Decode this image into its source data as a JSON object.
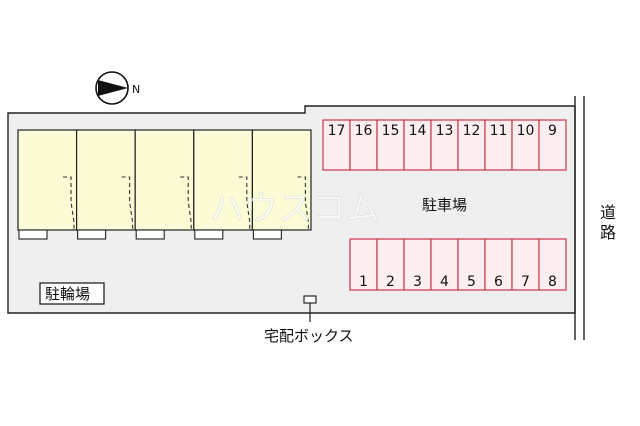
{
  "compass": {
    "icon": "north-arrow-icon",
    "label": "N"
  },
  "parking": {
    "label": "駐車場",
    "stall_color": "#c8384a",
    "stall_fill": "#fdeef0",
    "top_row": [
      "17",
      "16",
      "15",
      "14",
      "13",
      "12",
      "11",
      "10",
      "9"
    ],
    "bottom_row": [
      "1",
      "2",
      "3",
      "4",
      "5",
      "6",
      "7",
      "8"
    ]
  },
  "units": {
    "count": 5,
    "fill": "#fdfbd6"
  },
  "bicycle_parking": {
    "label": "駐輪場"
  },
  "delivery_box": {
    "label": "宅配ボックス",
    "icon": "delivery-box-icon"
  },
  "road": {
    "label_line1": "道",
    "label_line2": "路"
  },
  "watermark": {
    "text": "ハウスコム"
  },
  "colors": {
    "site_fill": "#efefef",
    "outline": "#222222",
    "stall_border": "#c8384a",
    "unit_fill": "#fdfbd6"
  }
}
